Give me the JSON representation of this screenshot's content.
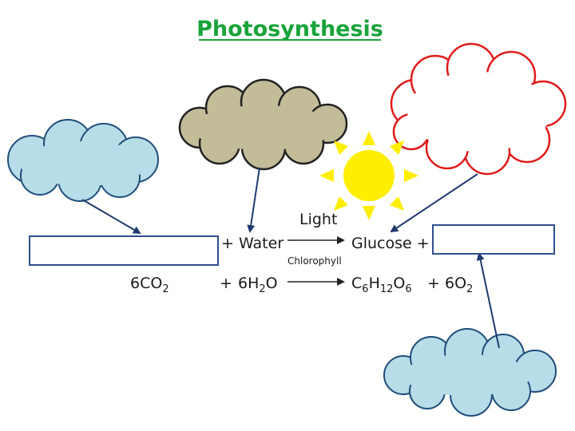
{
  "title": "Photosynthesis",
  "colors": {
    "title": "#1aa33a",
    "blue_cloud_fill": "#b7dde8",
    "blue_cloud_stroke": "#1f4d7a",
    "tan_cloud_fill": "#c2bc98",
    "tan_cloud_stroke": "#222222",
    "red_cloud_fill": "#ffffff",
    "red_cloud_stroke": "#e01b1b",
    "sun": "#ffee00",
    "arrow": "#1f3a6e",
    "box_stroke": "#2f4f8f"
  },
  "word_equation": {
    "plus_water": "+ Water",
    "light": "Light",
    "chlorophyll": "Chlorophyll",
    "glucose_plus": "Glucose +"
  },
  "chemical_equation": {
    "co2_coef": "6CO",
    "co2_sub": "2",
    "plus_1": "+",
    "h2o_coef": "6H",
    "h2o_sub": "2",
    "h2o_tail": "O",
    "glucose_c": "C",
    "glucose_c_sub": "6",
    "glucose_h": "H",
    "glucose_h_sub": "12",
    "glucose_o": "O",
    "glucose_o_sub": "6",
    "plus_2": "+",
    "o2_coef": "6O",
    "o2_sub": "2"
  },
  "answer_boxes": {
    "left": "",
    "right": ""
  },
  "icons": [
    "sun-icon",
    "cloud-icon"
  ]
}
